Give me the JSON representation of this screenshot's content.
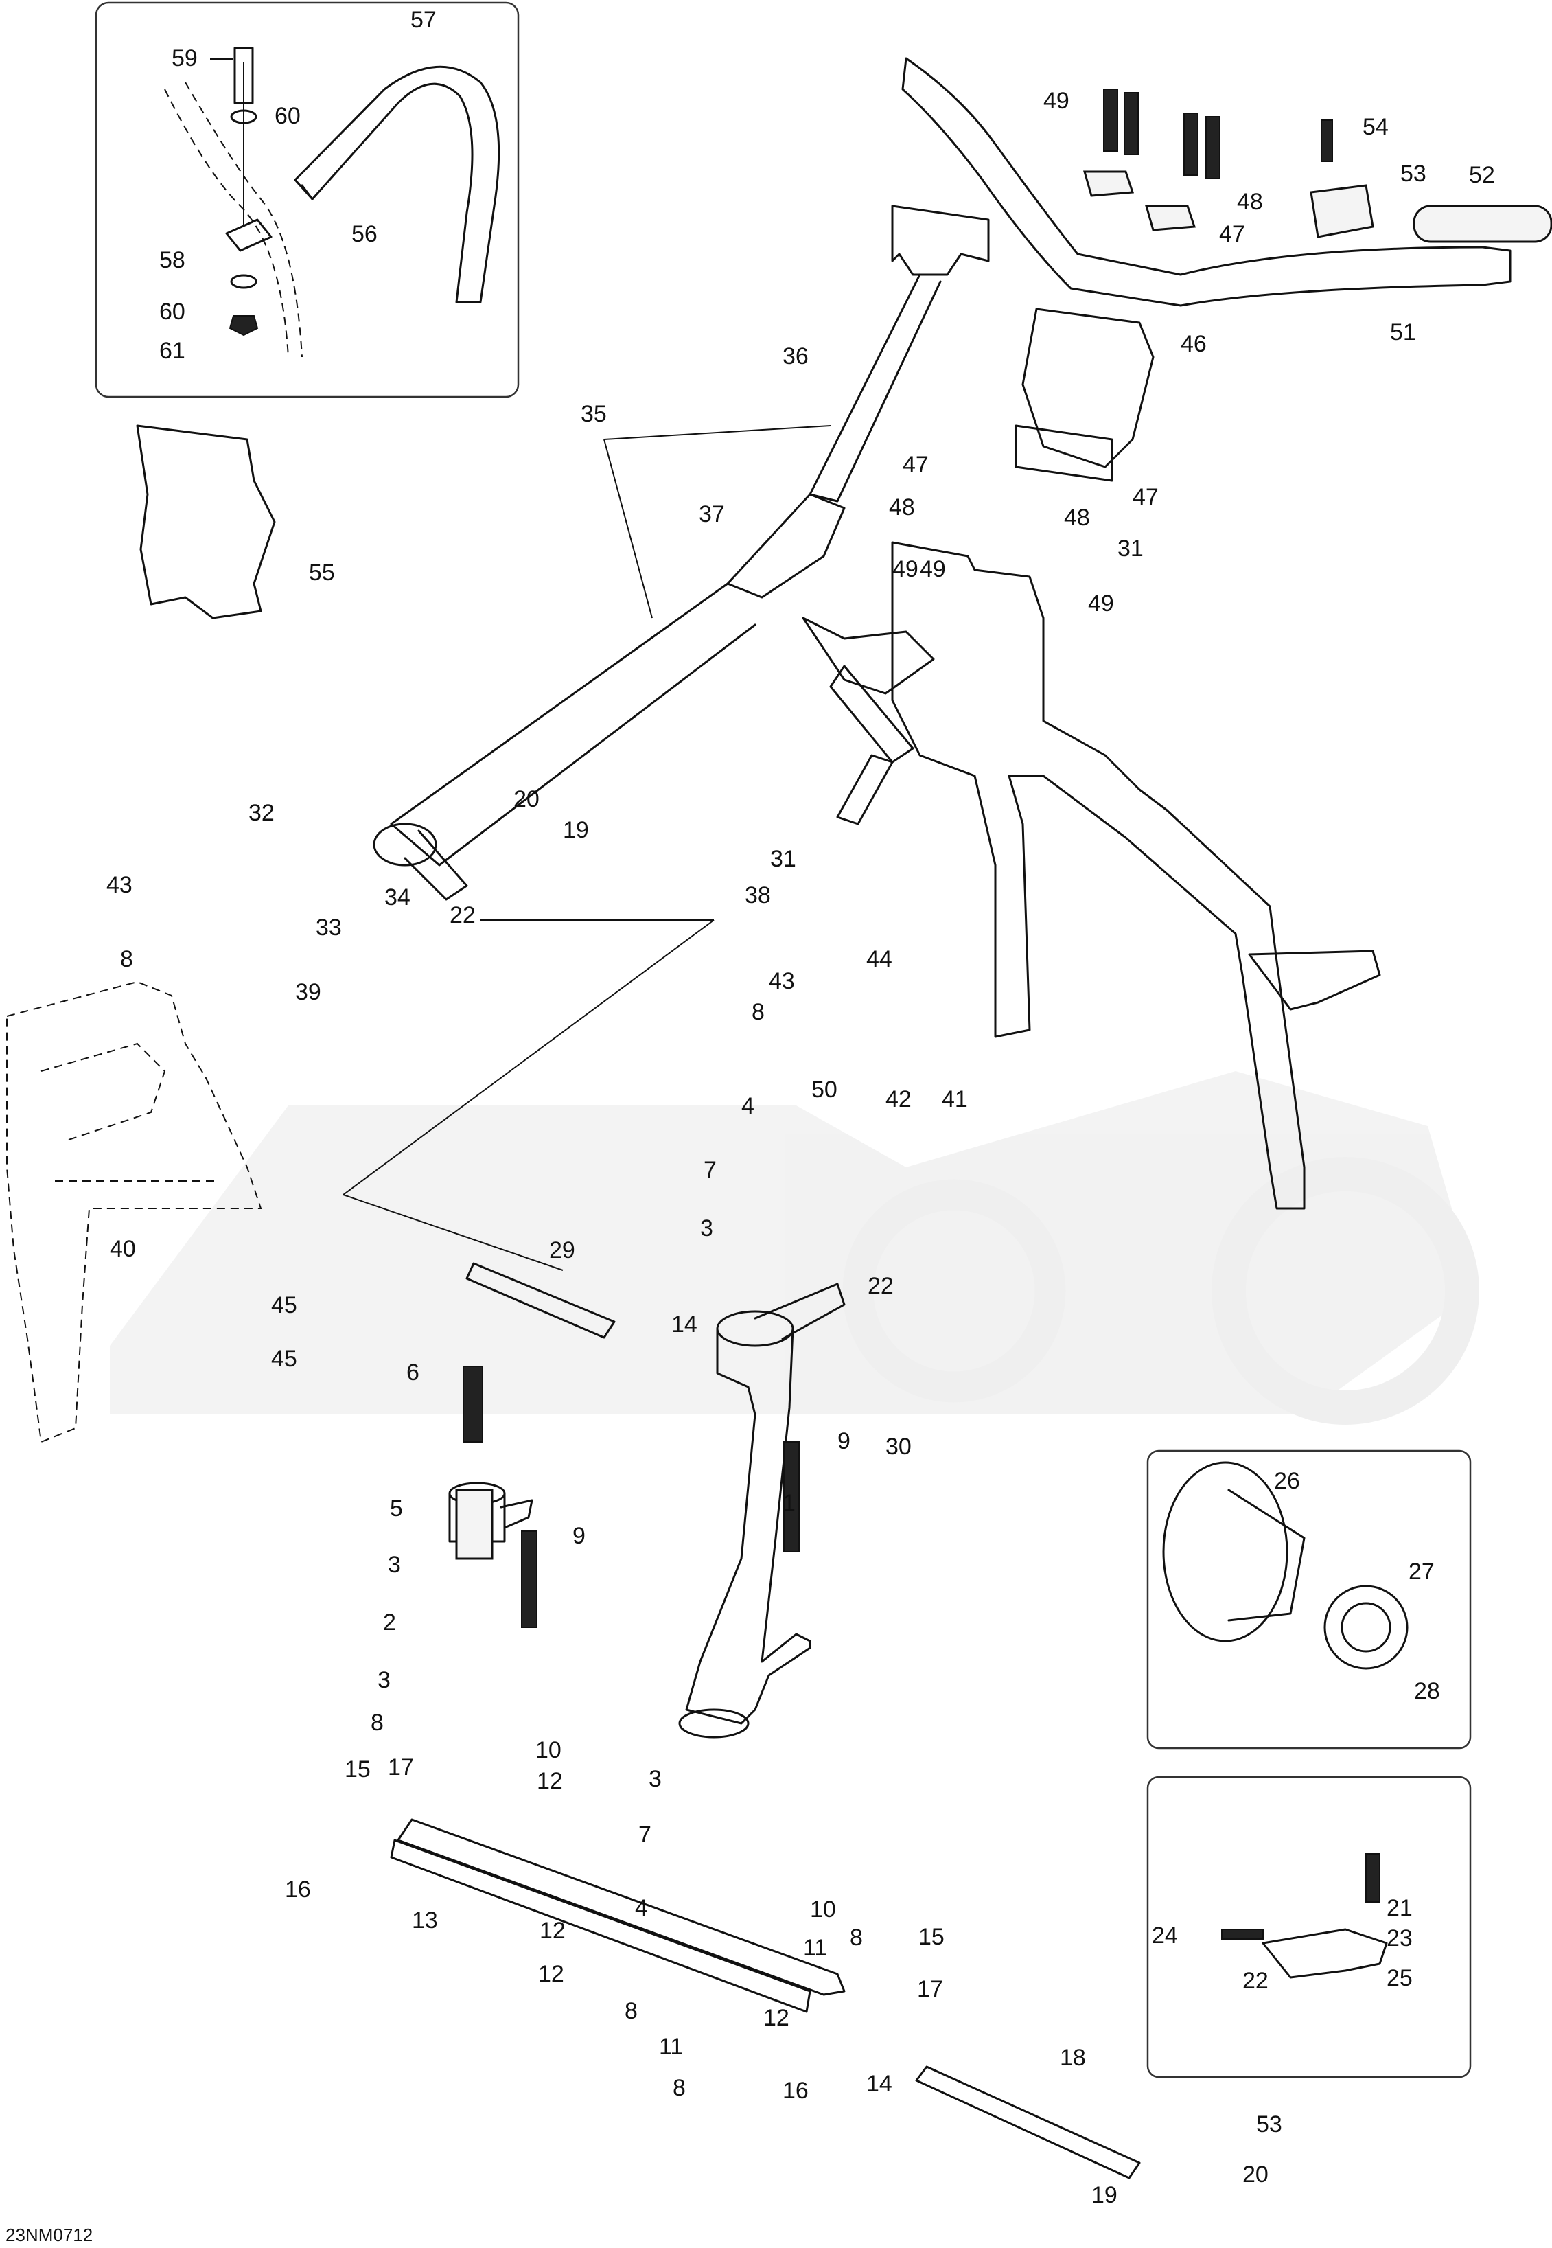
{
  "drawing_code": "23NM0712",
  "callouts": [
    "59",
    "60",
    "58",
    "60",
    "61",
    "57",
    "56",
    "55",
    "35",
    "36",
    "37",
    "49",
    "49",
    "54",
    "53",
    "52",
    "48",
    "47",
    "51",
    "46",
    "47",
    "48",
    "48",
    "47",
    "31",
    "49",
    "49",
    "32",
    "20",
    "19",
    "43",
    "33",
    "34",
    "22",
    "8",
    "39",
    "31",
    "38",
    "43",
    "44",
    "8",
    "50",
    "42",
    "41",
    "4",
    "7",
    "3",
    "40",
    "45",
    "45",
    "29",
    "14",
    "22",
    "30",
    "6",
    "5",
    "9",
    "3",
    "1",
    "9",
    "2",
    "3",
    "8",
    "10",
    "12",
    "15",
    "17",
    "16",
    "13",
    "3",
    "7",
    "4",
    "10",
    "12",
    "11",
    "12",
    "8",
    "15",
    "17",
    "8",
    "12",
    "11",
    "8",
    "16",
    "14",
    "18",
    "19",
    "20",
    "53",
    "26",
    "27",
    "28",
    "24",
    "21",
    "23",
    "22",
    "25"
  ],
  "icons": [
    "parts-diagram",
    "watermark-logo"
  ]
}
